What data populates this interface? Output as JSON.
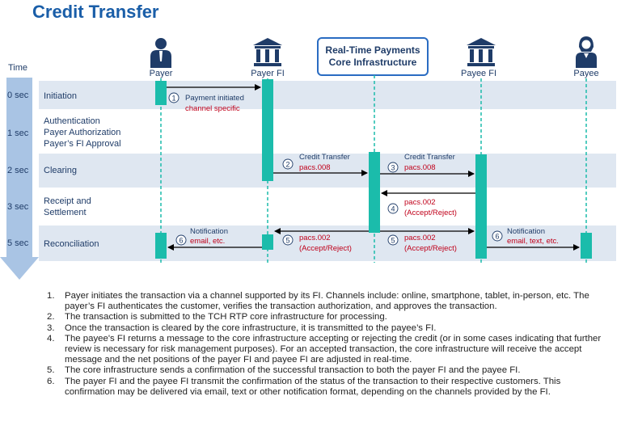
{
  "title": "Credit Transfer",
  "header": {
    "time_label": "Time",
    "core_box": [
      "Real-Time Payments",
      "Core Infrastructure"
    ]
  },
  "actors": {
    "payer": "Payer",
    "payer_fi": "Payer FI",
    "payee_fi": "Payee FI",
    "payee": "Payee"
  },
  "rows": [
    {
      "time": "0 sec",
      "labels": [
        "Initiation"
      ]
    },
    {
      "time": "1 sec",
      "labels": [
        "Authentication",
        "Payer Authorization",
        "Payer’s FI Approval"
      ]
    },
    {
      "time": "2 sec",
      "labels": [
        "Clearing"
      ]
    },
    {
      "time": "3 sec",
      "labels": [
        "Receipt and",
        "Settlement"
      ]
    },
    {
      "time": "5 sec",
      "labels": [
        "Reconciliation"
      ]
    }
  ],
  "messages": {
    "m1": {
      "step": "1",
      "line1": "Payment initiated",
      "line2": "channel specific"
    },
    "m2": {
      "step": "2",
      "line1": "Credit Transfer",
      "line2": "pacs.008"
    },
    "m3": {
      "step": "3",
      "line1": "Credit Transfer",
      "line2": "pacs.008"
    },
    "m4": {
      "step": "4",
      "line1": "pacs.002",
      "line2": "(Accept/Reject)"
    },
    "m5a": {
      "step": "5",
      "line1": "pacs.002",
      "line2": "(Accept/Reject)"
    },
    "m5b": {
      "step": "5",
      "line1": "pacs.002",
      "line2": "(Accept/Reject)"
    },
    "m6a": {
      "step": "6",
      "line1": "Notification",
      "line2": "email, etc."
    },
    "m6b": {
      "step": "6",
      "line1": "Notification",
      "line2": "email, text, etc."
    }
  },
  "notes": [
    {
      "num": "1.",
      "text": "Payer initiates the transaction via a channel supported by its FI. Channels include: online, smartphone, tablet, in-person, etc. The payer’s FI authenticates the customer, verifies the transaction authorization, and approves the transaction."
    },
    {
      "num": "2.",
      "text": "The transaction is submitted to the TCH RTP core infrastructure for processing."
    },
    {
      "num": "3.",
      "text": "Once the transaction is cleared by the core infrastructure, it is transmitted to the payee’s FI."
    },
    {
      "num": "4.",
      "text": "The payee's FI returns a message to the core infrastructure accepting or rejecting the credit (or in some cases indicating that further review is necessary for risk management purposes). For an accepted transaction, the core infrastructure will receive the accept message and the net positions of the payer FI and payee FI are adjusted in real-time."
    },
    {
      "num": "5.",
      "text": "The core infrastructure sends a confirmation of the successful transaction to both the payer FI and the payee FI."
    },
    {
      "num": "6.",
      "text": "The payer FI and the payee FI transmit the confirmation of the status of the transaction to their respective customers. This confirmation may be delivered via email, text or other notification format, depending on the channels provided by the FI."
    }
  ],
  "colors": {
    "title": "#1a5ea8",
    "teal": "#1bbcab",
    "navy": "#1f3c68",
    "band": "#dfe7f1",
    "arrow_col": "#a9c4e4",
    "red": "#c0001a",
    "blue_text": "#1f3c68",
    "core_border": "#2a6cc2"
  }
}
